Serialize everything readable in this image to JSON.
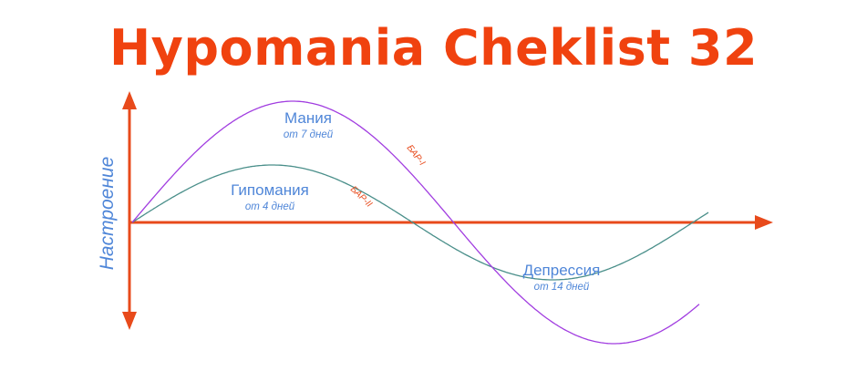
{
  "title": "Hypomania Cheklist 32",
  "axis": {
    "y_label": "Настроение"
  },
  "phases": {
    "mania": {
      "label": "Мания",
      "duration": "от 7 дней"
    },
    "hypomania": {
      "label": "Гипомания",
      "duration": "от 4 дней"
    },
    "depression": {
      "label": "Депрессия",
      "duration": "от 14 дней"
    }
  },
  "curves": {
    "bar1": {
      "label": "БАР-I",
      "color": "#a13de0"
    },
    "bar2": {
      "label": "БАР-II",
      "color": "#4a8f8a"
    }
  },
  "colors": {
    "accent": "#f0420f",
    "axis": "#e84a1b",
    "text": "#4f86d8"
  }
}
